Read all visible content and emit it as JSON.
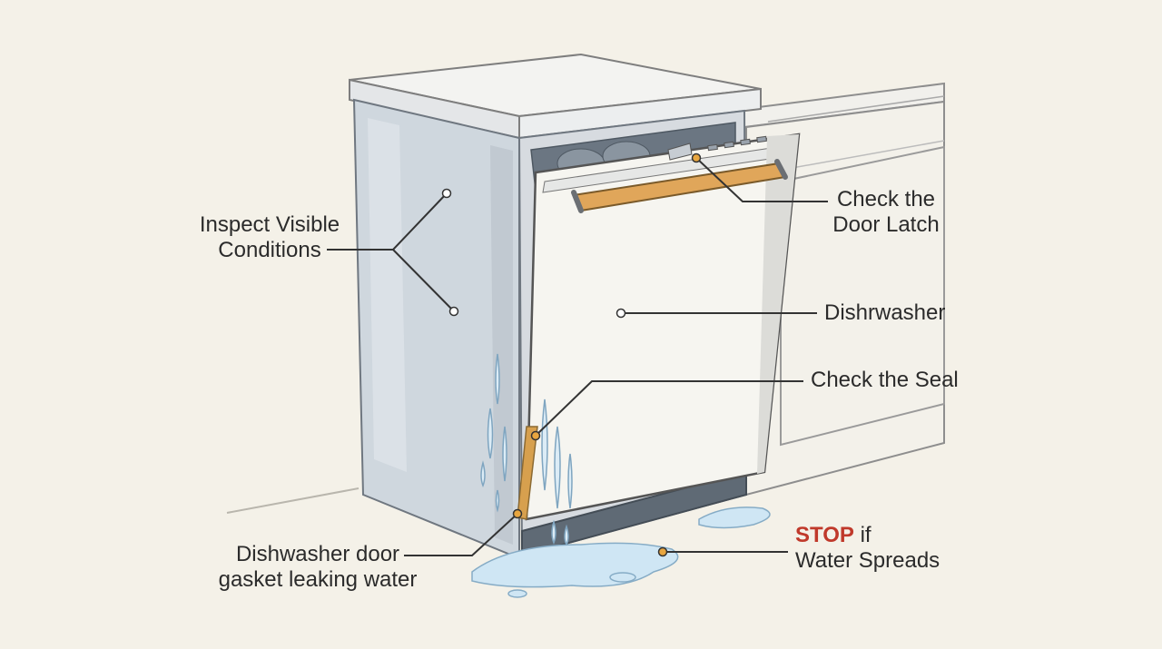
{
  "colors": {
    "background": "#f4f1e8",
    "cabinet_side": "#cdd6de",
    "countertop": "#f1f1ef",
    "door": "#f6f5f0",
    "handle": "#e0a65a",
    "water": "#cfe6f4",
    "callout_dot": "#e8a640",
    "stop_text": "#c0392b"
  },
  "labels": {
    "inspect_line1": "Inspect Visible",
    "inspect_line2": "Conditions",
    "latch_line1": "Check the",
    "latch_line2": "Door Latch",
    "dishwasher": "Dishrwasher",
    "seal": "Check the Seal",
    "gasket_line1": "Dishwasher door",
    "gasket_line2": "gasket leaking water",
    "stop_word": "STOP",
    "stop_suffix": " if",
    "stop_line2": "Water Spreads"
  }
}
